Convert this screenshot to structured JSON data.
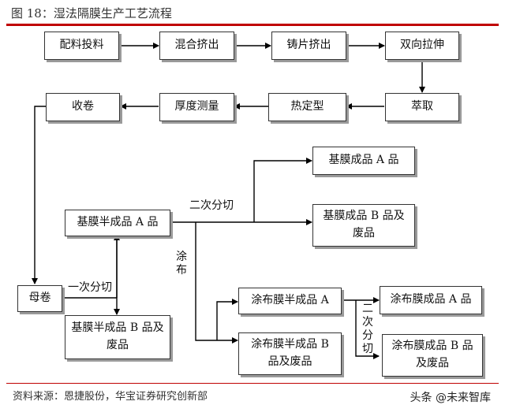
{
  "figure": {
    "title": "图 18：湿法隔膜生产工艺流程"
  },
  "nodes": {
    "peiliao": "配料投料",
    "hunhe": "混合挤出",
    "zhupian": "铸片挤出",
    "shuangxiang": "双向拉伸",
    "cuiqu": "萃取",
    "redingxing": "热定型",
    "houdu": "厚度测量",
    "shoujuan": "收卷",
    "mujuan": "母卷",
    "jimo_a": "基膜半成品 A 品",
    "jimo_b": "基膜半成品 B 品及废品",
    "jimo_cp_a": "基膜成品 A 品",
    "jimo_cp_b": "基膜成品 B 品及废品",
    "tubu_a": "涂布膜半成品 A",
    "tubu_b": "涂布膜半成品 B 品及废品",
    "tubu_cp_a": "涂布膜成品 A 品",
    "tubu_cp_b": "涂布膜成品 B 品及废品"
  },
  "edge_labels": {
    "yici": "一次分切",
    "erci": "二次分切",
    "tubu": "涂布",
    "erci_v": "二次分切"
  },
  "footer": {
    "source": "资料来源：恩捷股份，华宝证券研究创新部",
    "watermark": "头条 @未来智库"
  },
  "colors": {
    "accent": "#c00000",
    "shadow": "#9a9a9a",
    "line": "#000000"
  }
}
